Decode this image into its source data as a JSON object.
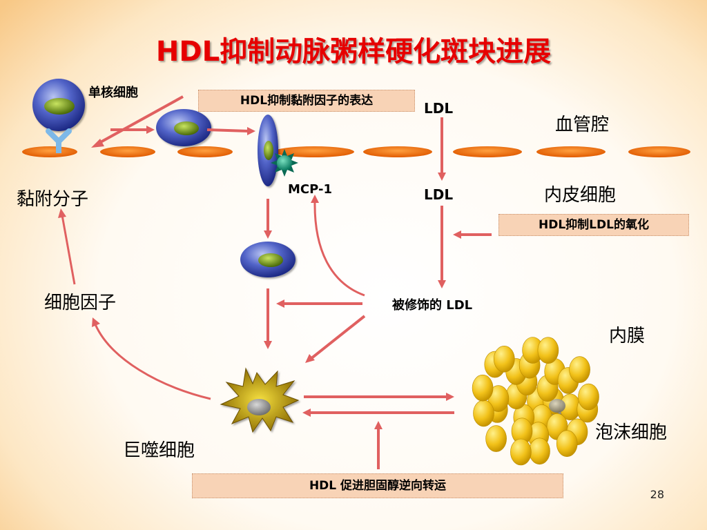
{
  "slide": {
    "title": "HDL抑制动脉粥样硬化斑块进展",
    "page_number": "28"
  },
  "labels": {
    "monocyte": "单核细胞",
    "adhesion_molecule": "黏附分子",
    "cytokine": "细胞因子",
    "macrophage": "巨噬细胞",
    "mcp1": "MCP-1",
    "ldl_top": "LDL",
    "ldl_mid": "LDL",
    "modified_ldl": "被修饰的 LDL",
    "vessel_lumen": "血管腔",
    "endothelial_cell": "内皮细胞",
    "intima": "内膜",
    "foam_cell": "泡沫细胞"
  },
  "boxes": {
    "hdl_adhesion": "HDL抑制黏附因子的表达",
    "hdl_oxidation": "HDL抑制LDL的氧化",
    "hdl_transport": "HDL 促进胆固醇逆向转运"
  },
  "colors": {
    "title": "#e60000",
    "box_fill": "#f8d3b6",
    "endothelium": "#f07a10",
    "cell_blue": "#2e3d9e",
    "nucleus": "#7fa61a",
    "arrow": "#e06060",
    "foam_cell": "#f2c21a",
    "macrophage": "#c8a000"
  }
}
